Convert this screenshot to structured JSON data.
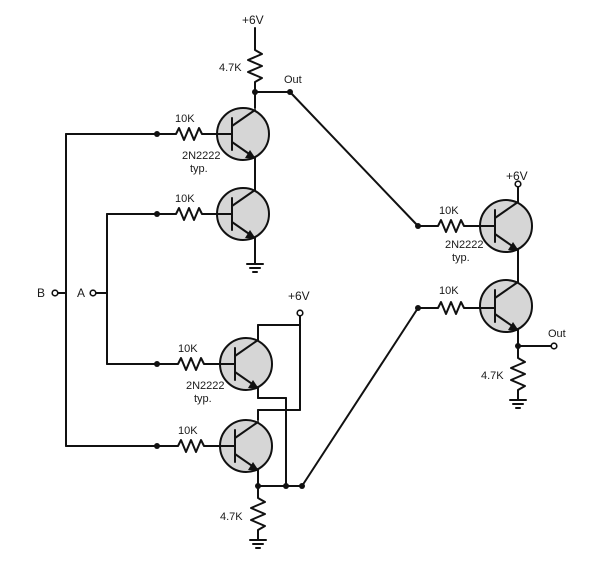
{
  "supply": {
    "top": "+6V",
    "bottom_mid": "+6V",
    "right": "+6V"
  },
  "inputs": {
    "a": "A",
    "b": "B"
  },
  "outputs": {
    "left": "Out",
    "right": "Out"
  },
  "resistors": {
    "r_collector_top": "4.7K",
    "r_base_1": "10K",
    "r_base_2": "10K",
    "r_base_3": "10K",
    "r_base_4": "10K",
    "r_emitter_bottom": "4.7K",
    "r_base_5": "10K",
    "r_base_6": "10K",
    "r_emitter_right": "4.7K"
  },
  "transistor_labels": {
    "q1_part": "2N2222",
    "q1_note": "typ.",
    "q3_part": "2N2222",
    "q3_note": "typ.",
    "q5_part": "2N2222",
    "q5_note": "typ."
  }
}
